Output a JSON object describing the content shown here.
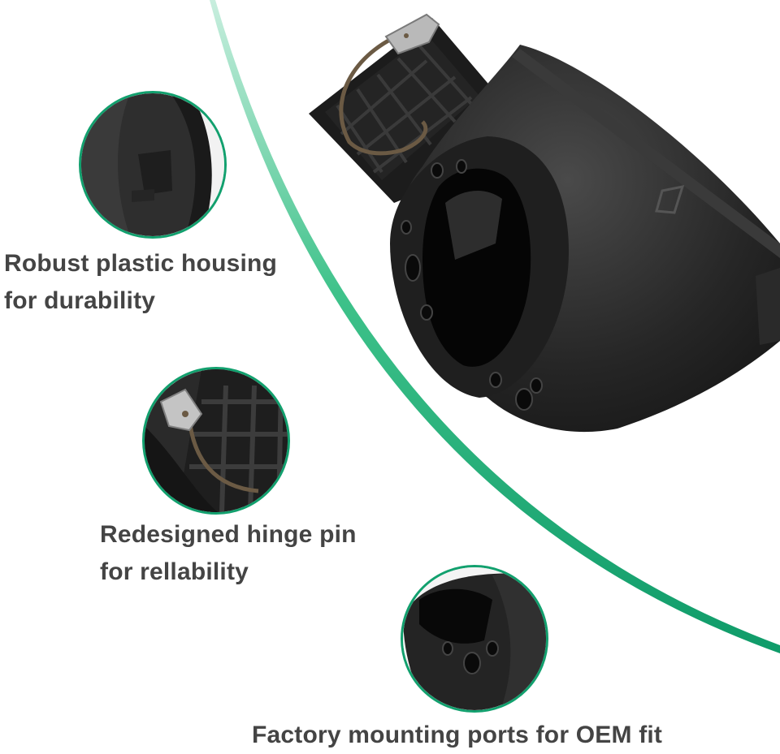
{
  "features": [
    {
      "lines": [
        "Robust plastic housing",
        "for durability"
      ],
      "icon": "housing-closeup"
    },
    {
      "lines": [
        "Redesigned hinge pin",
        "for rellability"
      ],
      "icon": "hinge-pin-closeup"
    },
    {
      "lines": [
        "Factory mounting ports for OEM fit"
      ],
      "icon": "mounting-ports-closeup"
    }
  ],
  "colors": {
    "accent": "#12a06e",
    "text": "#444444",
    "part": "#1e1e1e",
    "background": "#ffffff"
  }
}
